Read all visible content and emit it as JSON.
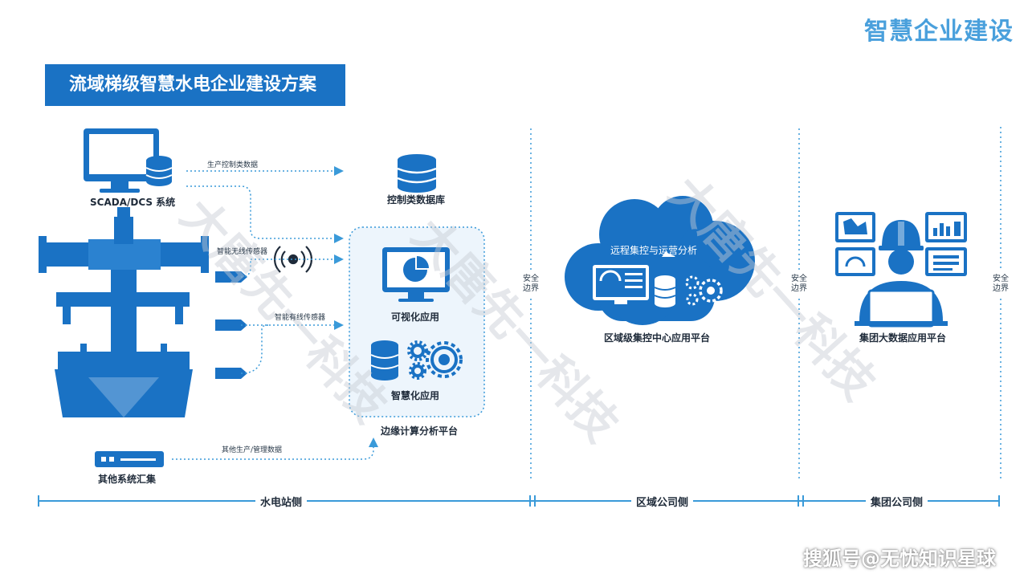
{
  "header": {
    "corner_title": "智慧企业建设",
    "banner_title": "流域梯级智慧水电企业建设方案"
  },
  "station": {
    "scada_label": "SCADA/DCS 系统",
    "flow_production_data": "生产控制类数据",
    "control_db_label": "控制类数据库",
    "wireless_sensor": "智能无线传感器",
    "wired_sensor": "智能有线传感器",
    "visual_app": "可视化应用",
    "smart_app": "智慧化应用",
    "edge_platform": "边缘计算分析平台",
    "other_data": "其他生产/管理数据",
    "other_systems": "其他系统汇集"
  },
  "region": {
    "cloud_title": "远程集控与运营分析",
    "platform": "区域级集控中心应用平台"
  },
  "group": {
    "platform": "集团大数据应用平台"
  },
  "boundaries": [
    {
      "line1": "安全",
      "line2": "边界"
    },
    {
      "line1": "安全",
      "line2": "边界"
    },
    {
      "line1": "安全",
      "line2": "边界"
    }
  ],
  "sections": {
    "station": "水电站侧",
    "region": "区域公司侧",
    "group": "集团公司侧"
  },
  "watermarks": [
    "大唐先一科技",
    "大唐先一科技",
    "大唐先一科技"
  ],
  "credit": "搜狐号@无忧知识星球",
  "colors": {
    "primary": "#1a72c4",
    "accent": "#4aa0dc",
    "dotted": "#3a9ad9"
  },
  "icons": [
    "monitor-icon",
    "database-icon",
    "turbine-icon",
    "sensor-icon",
    "wireless-signal-icon",
    "pie-chart-monitor-icon",
    "gear-icon",
    "cloud-icon",
    "engineer-icon",
    "server-icon"
  ]
}
